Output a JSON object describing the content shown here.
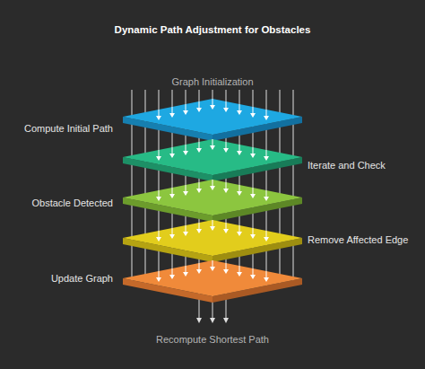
{
  "diagram": {
    "title": "Dynamic Path Adjustment for Obstacles",
    "nodes": [
      {
        "text": [
          "Compute Initial Path"
        ]
      },
      {
        "text": [
          "Iterate and Check"
        ]
      },
      {
        "text": [
          "Obstacle Detected"
        ]
      },
      {
        "text": [
          "Remove Affected Edge"
        ]
      },
      {
        "text": [
          "Update Graph"
        ]
      }
    ],
    "labels": [
      "Graph Initialization",
      "Recompute Shortest Path"
    ]
  }
}
